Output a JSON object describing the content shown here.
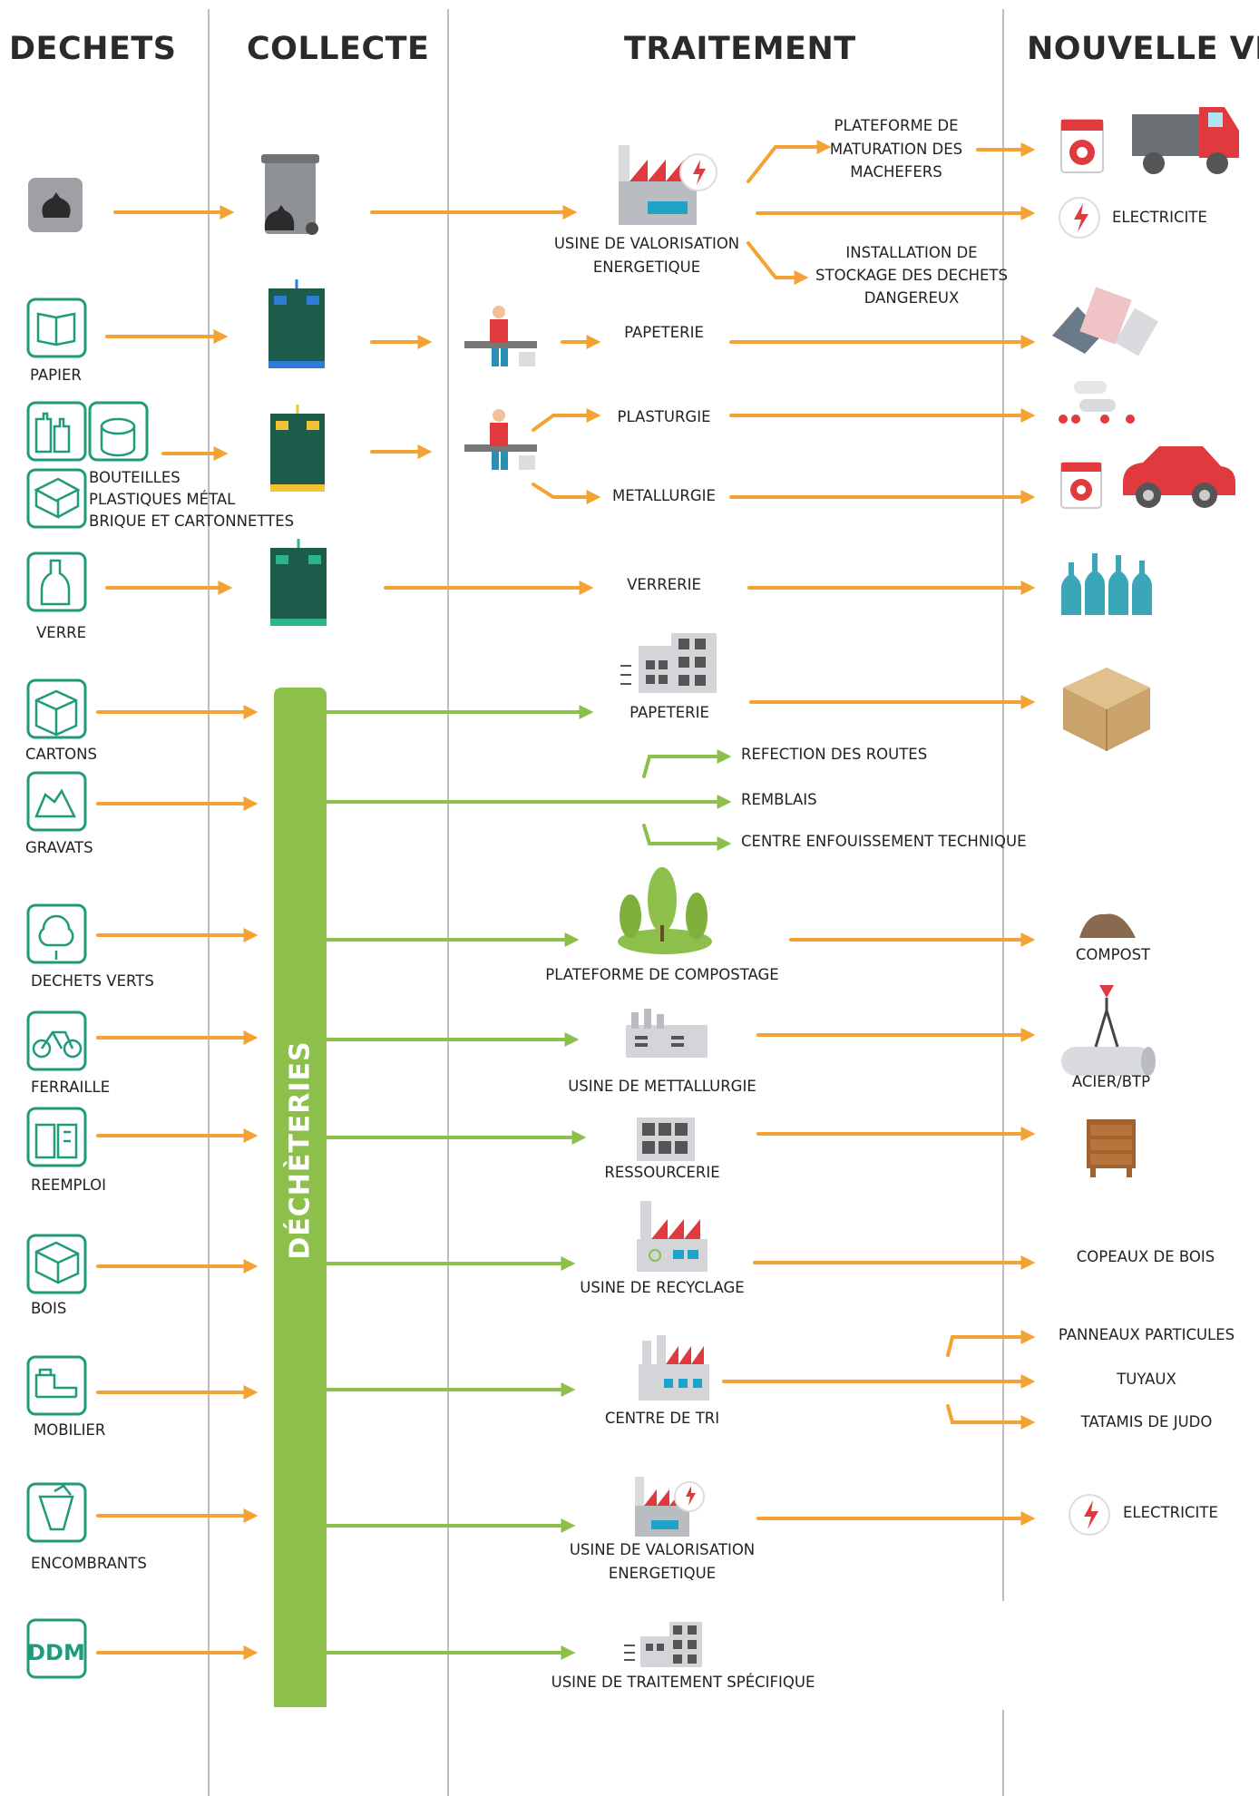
{
  "headers": {
    "dechets": "DECHETS",
    "collecte": "COLLECTE",
    "traitement": "TRAITEMENT",
    "nouvelle_vie": "NOUVELLE VIE"
  },
  "colors": {
    "orange": "#f3a233",
    "green": "#8cc04b",
    "teal": "#1f9a7a",
    "red": "#e03a3e",
    "grey": "#9ea0a3"
  },
  "dechets": {
    "papier": "PAPIER",
    "bouteilles_1": "BOUTEILLES",
    "bouteilles_2": "PLASTIQUES MÉTAL",
    "bouteilles_3": "BRIQUE ET CARTONNETTES",
    "verre": "VERRE",
    "cartons": "CARTONS",
    "gravats": "GRAVATS",
    "dechets_verts": "DECHETS VERTS",
    "ferraille": "FERRAILLE",
    "reemploi": "REEMPLOI",
    "bois": "BOIS",
    "mobilier": "MOBILIER",
    "encombrants": "ENCOMBRANTS",
    "ddm_icon_text": "DDM"
  },
  "collecte": {
    "decheteries": "DÉCHÈTERIES"
  },
  "traitement": {
    "uve_1_line1": "USINE DE VALORISATION",
    "uve_1_line2": "ENERGETIQUE",
    "plateforme_mat_1": "PLATEFORME DE",
    "plateforme_mat_2": "MATURATION DES",
    "plateforme_mat_3": "MACHEFERS",
    "isdd_1": "INSTALLATION DE",
    "isdd_2": "STOCKAGE DES DECHETS",
    "isdd_3": "DANGEREUX",
    "papeterie_1": "PAPETERIE",
    "plasturgie": "PLASTURGIE",
    "metallurgie": "METALLURGIE",
    "verrerie": "VERRERIE",
    "papeterie_2": "PAPETERIE",
    "refection": "REFECTION DES ROUTES",
    "remblais": "REMBLAIS",
    "cet": "CENTRE ENFOUISSEMENT TECHNIQUE",
    "compostage": "PLATEFORME DE COMPOSTAGE",
    "usine_metal": "USINE DE METTALLURGIE",
    "ressourcerie": "RESSOURCERIE",
    "usine_recyclage": "USINE DE RECYCLAGE",
    "centre_tri": "CENTRE DE TRI",
    "uve_2_line1": "USINE DE VALORISATION",
    "uve_2_line2": "ENERGETIQUE",
    "traitement_specifique": "USINE DE TRAITEMENT SPÉCIFIQUE"
  },
  "nouvelle_vie": {
    "electricite_1": "ELECTRICITE",
    "compost": "COMPOST",
    "acier": "ACIER/BTP",
    "copeaux": "COPEAUX DE BOIS",
    "panneaux": "PANNEAUX PARTICULES",
    "tuyaux": "TUYAUX",
    "tatamis": "TATAMIS DE JUDO",
    "electricite_2": "ELECTRICITE"
  }
}
